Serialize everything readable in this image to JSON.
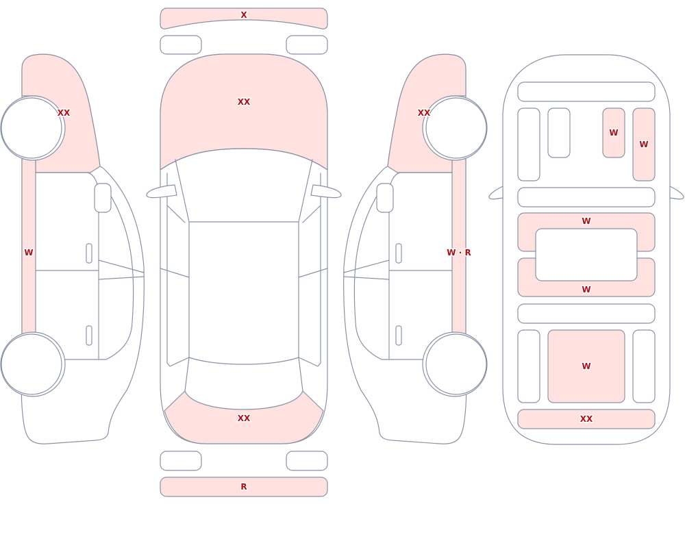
{
  "colors": {
    "damage_fill": "#ffe1df",
    "outline": "#8892a6",
    "label": "#b00d17",
    "background": "#ffffff"
  },
  "views": {
    "left_side": {
      "front_panel": "XX",
      "sill": "W"
    },
    "top": {
      "front_bumper": "X",
      "hood": "XX",
      "trunk": "XX",
      "rear_bumper": "R"
    },
    "right_side": {
      "front_panel": "XX",
      "sill": "W · R"
    },
    "interior": {
      "seat_a": "W",
      "seat_b": "W",
      "front_mat": "W",
      "rear_mat": "W",
      "cargo": "W",
      "rear_strip": "XX"
    }
  }
}
